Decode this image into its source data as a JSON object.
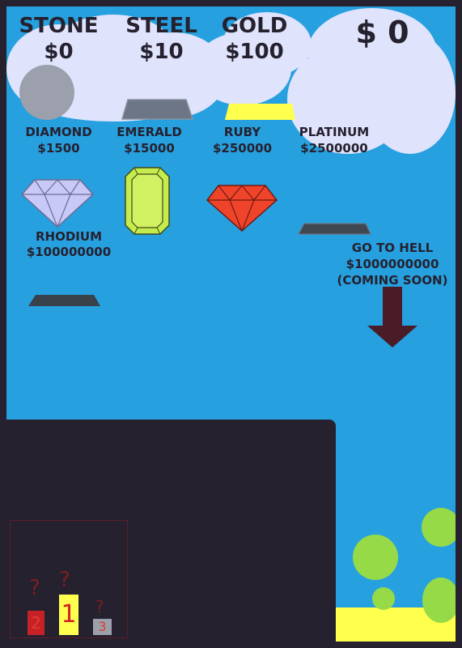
{
  "money": "$ 0",
  "shop_items": [
    {
      "name": "STONE",
      "price": "$0"
    },
    {
      "name": "STEEL",
      "price": "$10"
    },
    {
      "name": "GOLD",
      "price": "$100"
    },
    {
      "name": "DIAMOND",
      "price": "$1500"
    },
    {
      "name": "EMERALD",
      "price": "$15000"
    },
    {
      "name": "RUBY",
      "price": "$250000"
    },
    {
      "name": "PLATINUM",
      "price": "$2500000"
    },
    {
      "name": "RHODIUM",
      "price": "$100000000"
    }
  ],
  "go_to_hell": {
    "title": "GO TO HELL",
    "price": "$1000000000",
    "note": "(COMING SOON)"
  },
  "leaderboard": {
    "ranks": [
      "2",
      "1",
      "3"
    ],
    "unknown_mark": "?"
  },
  "colors": {
    "sky": "#27a0df",
    "cloud": "#dfe3fb",
    "frame": "#25212f",
    "gold": "#ffff4d",
    "bubble": "#96da47",
    "arrow": "#4a1c26"
  }
}
